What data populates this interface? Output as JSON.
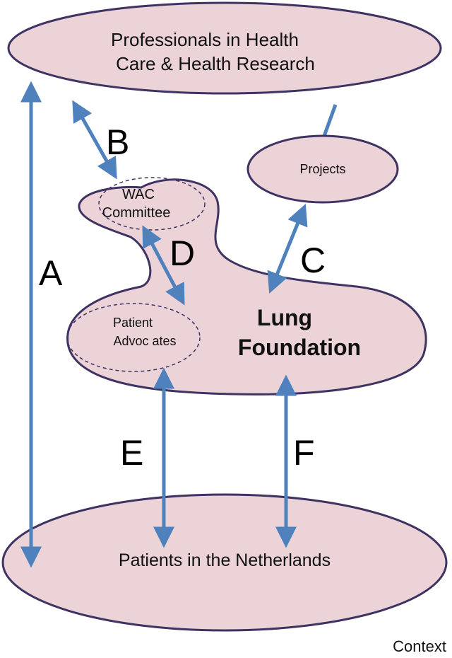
{
  "nodes": {
    "professionals": {
      "line1": "Professionals in Health",
      "line2": "Care & Health Research"
    },
    "projects": {
      "label": "Projects"
    },
    "wac_committee": {
      "line1": "WAC",
      "line2": "Committee"
    },
    "patient_advocates": {
      "line1": "Patient",
      "line2": "Advoc ates"
    },
    "lung_foundation": {
      "line1": "Lung",
      "line2": "Foundation"
    },
    "patients": {
      "label": "Patients in the Netherlands"
    }
  },
  "edges": {
    "a": "A",
    "b": "B",
    "c": "C",
    "d": "D",
    "e": "E",
    "f": "F"
  },
  "context_label": "Context",
  "colors": {
    "node_fill": "#ecd3d8",
    "node_stroke": "#3f3363",
    "arrow": "#4f81bd"
  }
}
